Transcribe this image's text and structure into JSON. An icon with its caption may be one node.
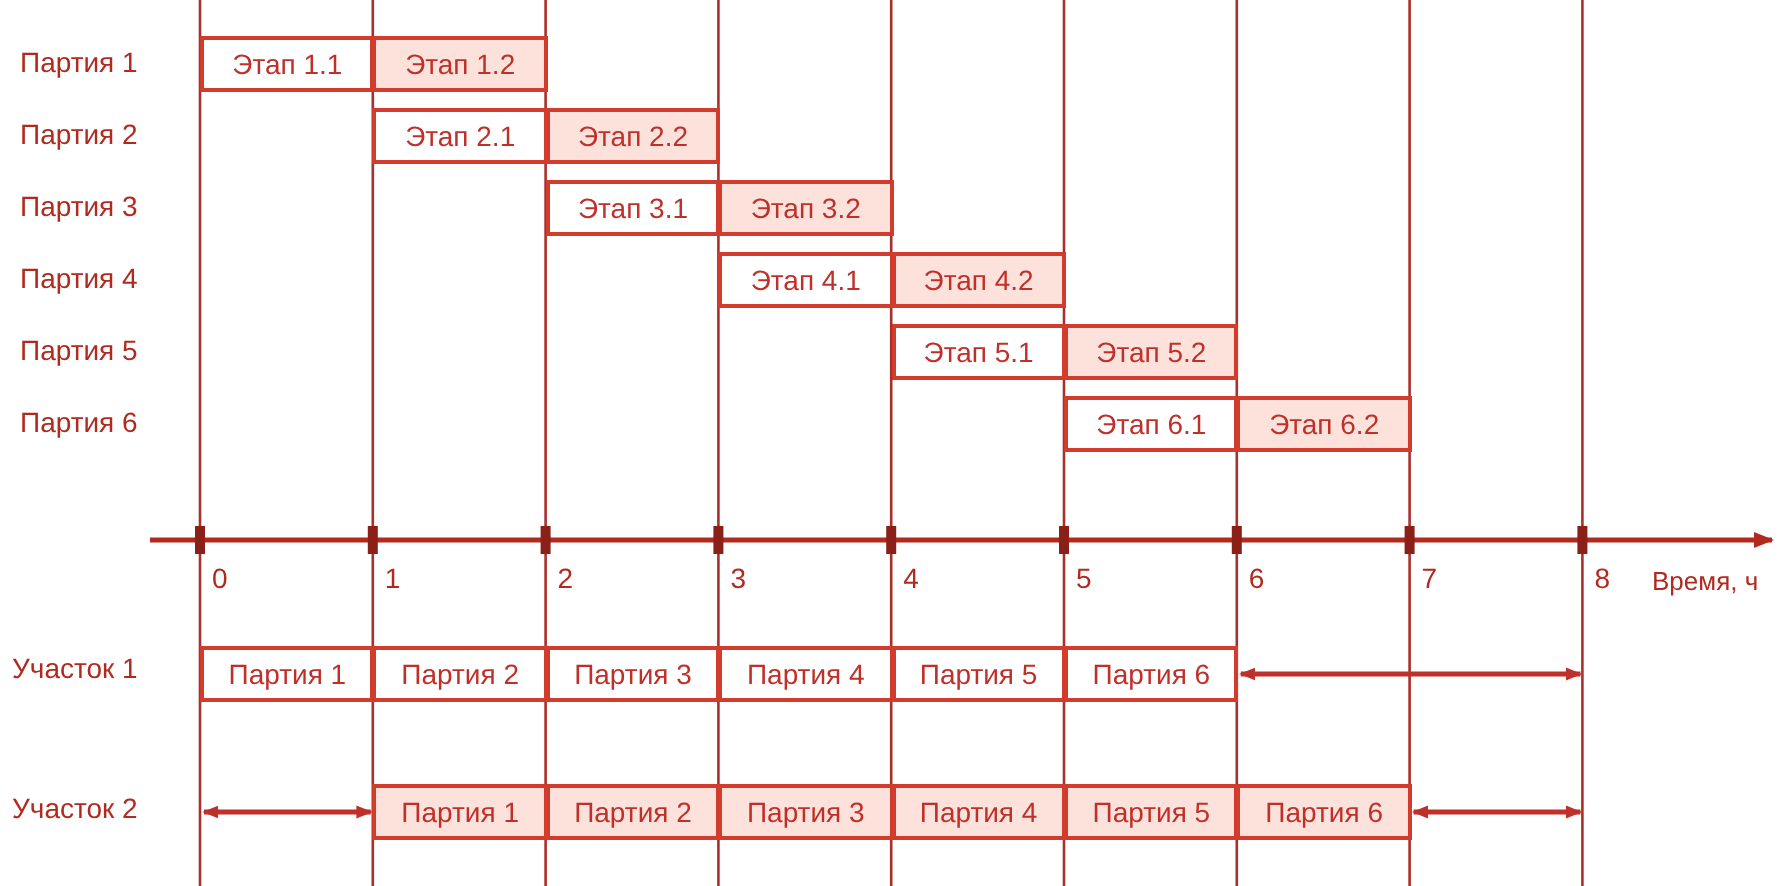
{
  "diagram": {
    "nodes": [
      {
        "text": [
          "Этап 1.1"
        ]
      },
      {
        "text": [
          "Этап 1.2"
        ]
      },
      {
        "text": [
          "Этап 2.1"
        ]
      },
      {
        "text": [
          "Этап 2.2"
        ]
      },
      {
        "text": [
          "Этап 3.1"
        ]
      },
      {
        "text": [
          "Этап 3.2"
        ]
      },
      {
        "text": [
          "Этап 4.1"
        ]
      },
      {
        "text": [
          "Этап 4.2"
        ]
      },
      {
        "text": [
          "Этап 5.1"
        ]
      },
      {
        "text": [
          "Этап 5.2"
        ]
      },
      {
        "text": [
          "Этап 6.1"
        ]
      },
      {
        "text": [
          "Этап 6.2"
        ]
      },
      {
        "text": [
          "Партия 1"
        ]
      },
      {
        "text": [
          "Партия 2"
        ]
      },
      {
        "text": [
          "Партия 3"
        ]
      },
      {
        "text": [
          "Партия 4"
        ]
      },
      {
        "text": [
          "Партия 5"
        ]
      },
      {
        "text": [
          "Партия 6"
        ]
      },
      {
        "text": [
          "Партия 1"
        ]
      },
      {
        "text": [
          "Партия 2"
        ]
      },
      {
        "text": [
          "Партия 3"
        ]
      },
      {
        "text": [
          "Партия 4"
        ]
      },
      {
        "text": [
          "Партия 5"
        ]
      },
      {
        "text": [
          "Партия 6"
        ]
      }
    ],
    "edges": [],
    "labels": [
      "Партия 1",
      "Партия 2",
      "Партия 3",
      "Партия 4",
      "Партия 5",
      "Партия 6",
      "0",
      "1",
      "2",
      "3",
      "4",
      "5",
      "6",
      "7",
      "8",
      "Время, ч",
      "Участок 1",
      "Участок 2"
    ]
  }
}
